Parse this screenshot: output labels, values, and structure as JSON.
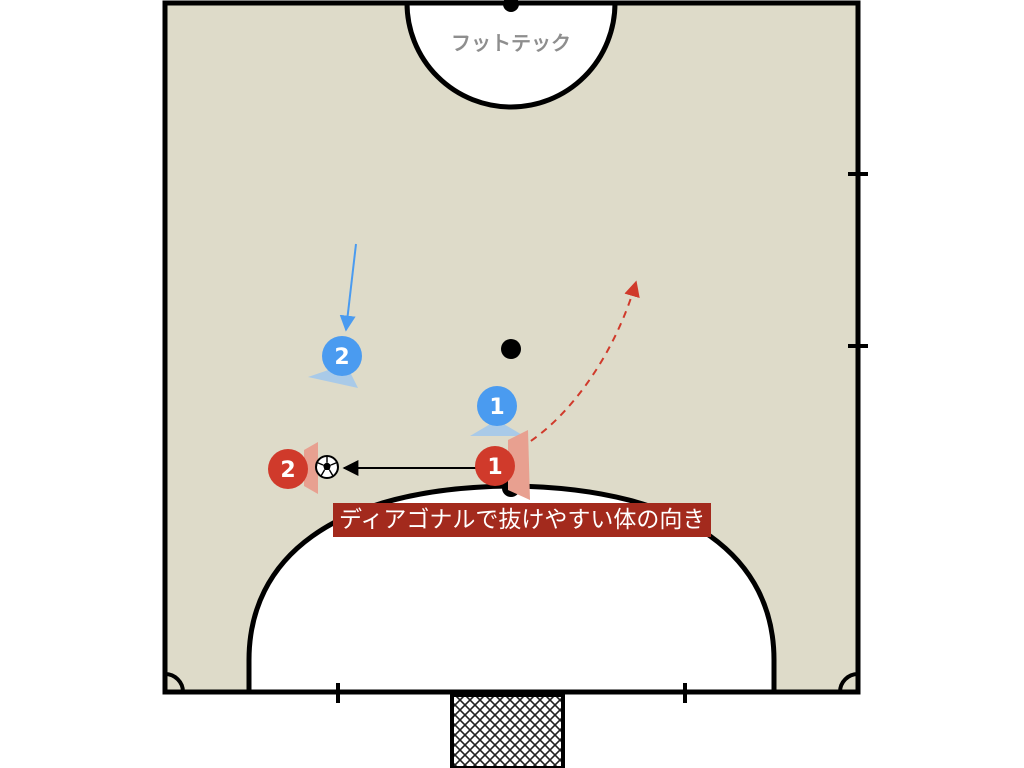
{
  "diagram": {
    "brand_text": "フットテック",
    "caption": "ディアゴナルで抜けやすい体の向き",
    "colors": {
      "court": "#dedbc9",
      "court_line": "#000000",
      "white_area": "#ffffff",
      "red_team": "#d03a2b",
      "blue_team": "#4a9bf0",
      "red_facing": "#e8a090",
      "blue_facing": "#a9cae8",
      "caption_bg": "#a32a1d",
      "pass_arrow": "#000000",
      "blue_run_arrow": "#4a9bf0",
      "red_run_arrow": "#d03a2b"
    },
    "players": [
      {
        "team": "blue",
        "number": "2"
      },
      {
        "team": "blue",
        "number": "1"
      },
      {
        "team": "red",
        "number": "1"
      },
      {
        "team": "red",
        "number": "2"
      }
    ],
    "ball_icon": "soccer-ball-icon",
    "goal_icon": "goal-net-icon"
  }
}
